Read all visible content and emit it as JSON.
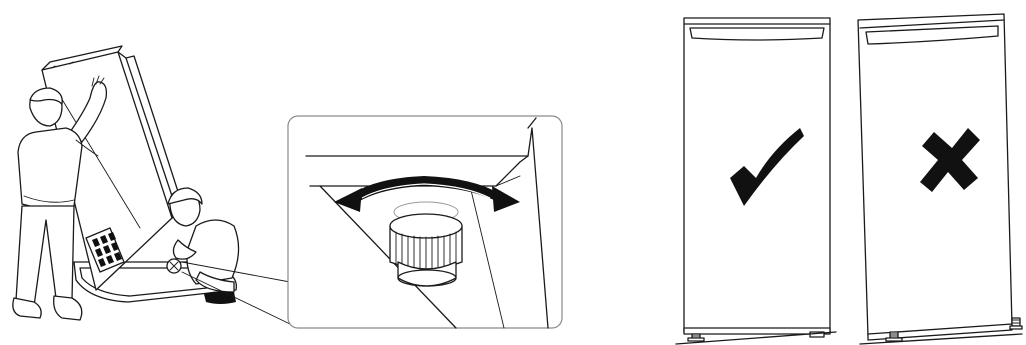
{
  "figure": {
    "panels": [
      {
        "id": "tilt-and-adjust",
        "caption": ""
      },
      {
        "id": "foot-detail",
        "caption": ""
      },
      {
        "id": "level-comparison",
        "caption": ""
      }
    ],
    "marks": {
      "correct": {
        "symbol": "check-mark",
        "meaning": "correct"
      },
      "incorrect": {
        "symbol": "cross-mark",
        "meaning": "incorrect"
      }
    },
    "colors": {
      "ink": "#1a1a1a",
      "paper": "#ffffff"
    }
  }
}
